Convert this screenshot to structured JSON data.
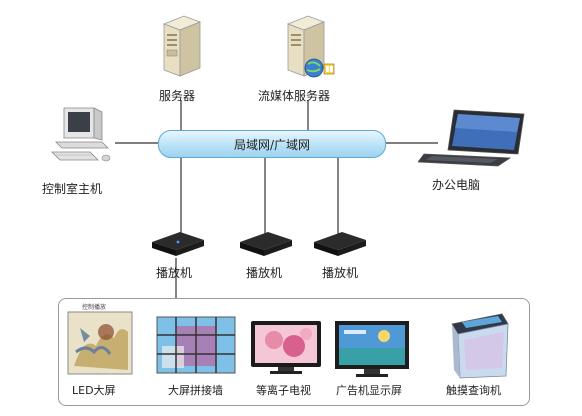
{
  "nodes": {
    "server": "服务器",
    "media_server": "流媒体服务器",
    "control_host": "控制室主机",
    "office_pc": "办公电脑",
    "network": "局域网/广域网"
  },
  "players": [
    "播放机",
    "播放机",
    "播放机"
  ],
  "displays": {
    "led": "LED大屏",
    "led_tag": "控制播放",
    "video_wall": "大屏拼接墙",
    "plasma_tv": "等离子电视",
    "ad_screen": "广告机显示屏",
    "kiosk": "触摸查询机"
  },
  "colors": {
    "bus": "#b9e2f7",
    "line": "#333333",
    "panel_border": "#9a9a9a"
  }
}
